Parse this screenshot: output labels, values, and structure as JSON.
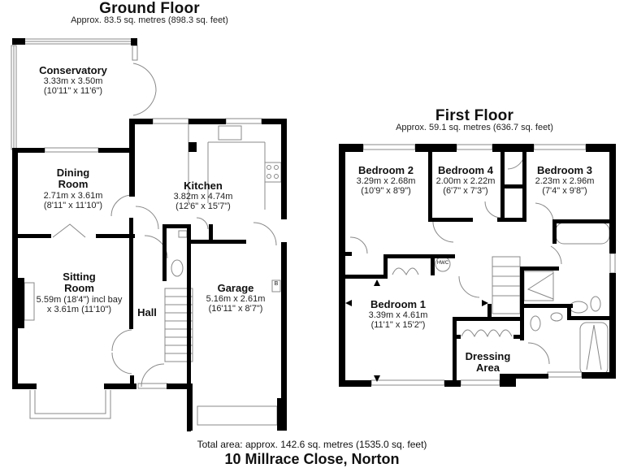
{
  "ground_floor": {
    "title": "Ground Floor",
    "area": "Approx. 83.5 sq. metres (898.3 sq. feet)",
    "rooms": {
      "conservatory": {
        "name": "Conservatory",
        "dim_m": "3.33m x 3.50m",
        "dim_ft": "(10'11\" x 11'6\")"
      },
      "dining": {
        "name": "Dining",
        "name2": "Room",
        "dim_m": "2.71m x 3.61m",
        "dim_ft": "(8'11\" x 11'10\")"
      },
      "kitchen": {
        "name": "Kitchen",
        "dim_m": "3.82m x 4.74m",
        "dim_ft": "(12'6\" x 15'7\")"
      },
      "sitting": {
        "name": "Sitting",
        "name2": "Room",
        "dim_m": "5.59m (18'4\") incl bay",
        "dim_ft": "x 3.61m (11'10\")"
      },
      "hall": {
        "name": "Hall"
      },
      "garage": {
        "name": "Garage",
        "dim_m": "5.16m x 2.61m",
        "dim_ft": "(16'11\" x 8'7\")",
        "boiler_label": "B"
      }
    }
  },
  "first_floor": {
    "title": "First Floor",
    "area": "Approx. 59.1 sq. metres (636.7 sq. feet)",
    "rooms": {
      "bedroom2": {
        "name": "Bedroom 2",
        "dim_m": "3.29m x 2.68m",
        "dim_ft": "(10'9\" x 8'9\")"
      },
      "bedroom4": {
        "name": "Bedroom 4",
        "dim_m": "2.00m x 2.22m",
        "dim_ft": "(6'7\" x 7'3\")"
      },
      "bedroom3": {
        "name": "Bedroom 3",
        "dim_m": "2.23m x 2.96m",
        "dim_ft": "(7'4\" x 9'8\")"
      },
      "bedroom1": {
        "name": "Bedroom 1",
        "dim_m": "3.39m x 4.61m",
        "dim_ft": "(11'1\" x 15'2\")"
      },
      "dressing": {
        "name": "Dressing",
        "name2": "Area"
      },
      "hwc": {
        "name": "HWC"
      }
    }
  },
  "footer": {
    "total_area": "Total area: approx. 142.6 sq. metres (1535.0 sq. feet)",
    "address": "10 Millrace Close, Norton"
  },
  "colors": {
    "wall": "#000000",
    "line": "#888888",
    "background": "#ffffff"
  }
}
